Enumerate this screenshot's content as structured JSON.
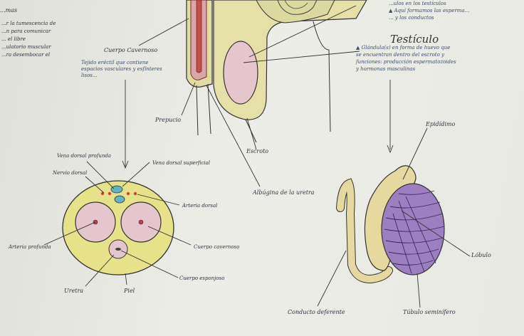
{
  "left_notes": {
    "heading": "...mas",
    "text": "...r la tumescencia de\n...n para comunicar\n... el libre\n...ulatorio muscular\n...ra desembocar el"
  },
  "penis_section": {
    "label_cuerpo_cavernoso": "Cuerpo Cavernoso",
    "note_blue": "Tejido eréctil que contiene\nespacios vasculares y esfínteres\nlisos...",
    "label_prepucio": "Prepucio",
    "label_escroto": "Escroto",
    "label_albuginea": "Albúgina de la uretra"
  },
  "cross_section": {
    "vena_dorsal_profunda": "Vena dorsal profunda",
    "vena_dorsal_superficial": "Vena dorsal superficial",
    "nervio_dorsal": "Nervio dorsal",
    "arteria_dorsal": "Arteria dorsal",
    "arteria_profunda": "Arteria profunda",
    "cuerpo_cavernoso": "Cuerpo cavernoso",
    "cuerpo_esponjoso": "Cuerpo esponjoso",
    "uretra": "Uretra",
    "piel": "Piel"
  },
  "top_right_notes": {
    "text": "...ulos en los testículos\n▲ Aquí formamos las esperma...\n... y los conductos"
  },
  "testis": {
    "title": "Testículo",
    "note": "▲ Glándula(s) en forma de huevo que\nse encuentran dentro del escroto y\nfunciones: producción espermatozoides\ny hormonas masculinas",
    "label_epididimo": "Epidídimo",
    "label_lobulo": "Lóbulo",
    "label_conducto": "Conducto deferente",
    "label_tubulo": "Túbulo seminífero"
  },
  "colors": {
    "paper": "#e8e9e2",
    "yellow_fill": "#e6e289",
    "pink_fill": "#e4c6cc",
    "purple_fill": "#9b7fc0",
    "teal_vessel": "#5fb3c4",
    "red_vessel": "#c8433f",
    "ink": "#2f3340"
  }
}
